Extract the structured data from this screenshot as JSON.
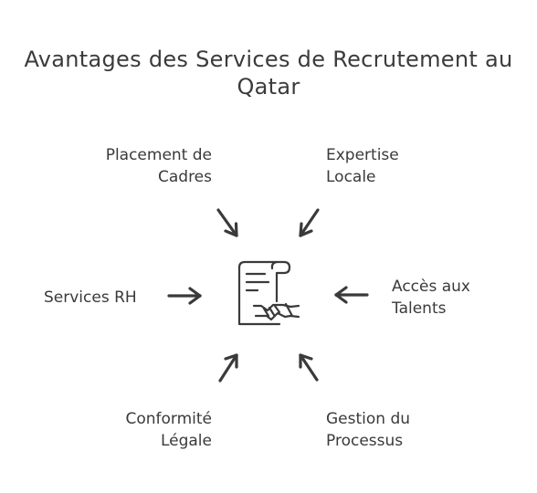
{
  "title": "Avantages des Services de Recrutement au\nQatar",
  "center_icon": "contract-handshake-icon",
  "items": {
    "top_left": "Placement de\nCadres",
    "top_right": "Expertise\nLocale",
    "left": "Services RH",
    "right": "Accès aux\nTalents",
    "bottom_left": "Conformité\nLégale",
    "bottom_right": "Gestion du\nProcessus"
  },
  "colors": {
    "text": "#3a3a3a",
    "background": "#ffffff"
  }
}
